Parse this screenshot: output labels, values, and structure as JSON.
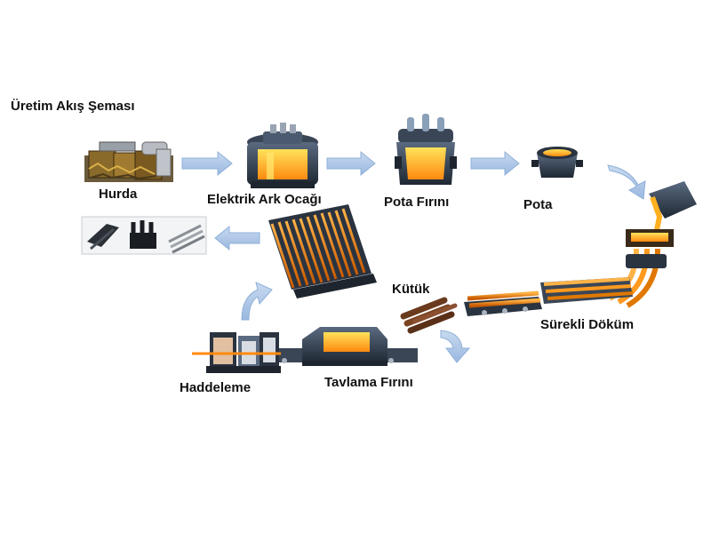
{
  "title": "Üretim Akış Şeması",
  "colors": {
    "arrow": "#a9c4e6",
    "arrow_stroke": "#8fb0d8",
    "machine_dark": "#2a3340",
    "machine_mid": "#4b5a6e",
    "hot_orange": "#ff9a1f",
    "hot_yellow": "#ffd23a",
    "steel_grey": "#8a8f96"
  },
  "steps": {
    "hurda": "Hurda",
    "elektrik_ark_ocagi": "Elektrik Ark Ocağı",
    "pota_firini": "Pota Fırını",
    "pota": "Pota",
    "surekli_dokum": "Sürekli Döküm",
    "kutuk": "Kütük",
    "tavlama_firini": "Tavlama Fırını",
    "haddeleme": "Haddeleme"
  },
  "icons": {
    "scrap": "scrap-pile-icon",
    "eaf": "electric-arc-furnace-icon",
    "ladle_furnace": "ladle-furnace-icon",
    "ladle": "ladle-icon",
    "caster": "continuous-caster-icon",
    "billets": "billet-bundle-icon",
    "reheat": "reheating-furnace-icon",
    "rolling": "rolling-mill-icon",
    "cooling_bed": "cooling-bed-icon",
    "products": "steel-products-icon"
  }
}
